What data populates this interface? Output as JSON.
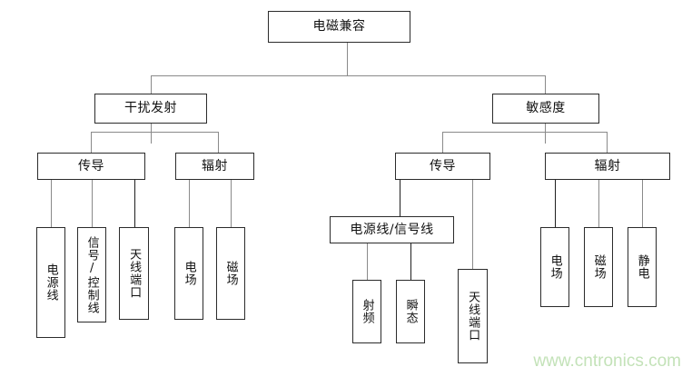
{
  "diagram": {
    "type": "tree",
    "title": "电磁兼容",
    "watermark": "www.cntronics.com",
    "watermark_color": "#c3e2b8",
    "box_border_color": "#2b2b2b",
    "connector_color": "#8a8a8a",
    "nodes": {
      "root": "电磁兼容",
      "emission": "干扰发射",
      "susceptibility": "敏感度",
      "emission_conducted": "传导",
      "emission_radiated": "辐射",
      "susceptibility_conducted": "传导",
      "susceptibility_radiated": "辐射",
      "emi_cond_power": "电源线",
      "emi_cond_signal": "信号/控制线",
      "emi_cond_antenna": "天线端口",
      "emi_rad_efield": "电场",
      "emi_rad_hfield": "磁场",
      "sus_cond_lines": "电源线/信号线",
      "sus_cond_rf": "射频",
      "sus_cond_transient": "瞬态",
      "sus_cond_antenna": "天线端口",
      "sus_rad_efield": "电场",
      "sus_rad_hfield": "磁场",
      "sus_rad_esd": "静电"
    }
  }
}
